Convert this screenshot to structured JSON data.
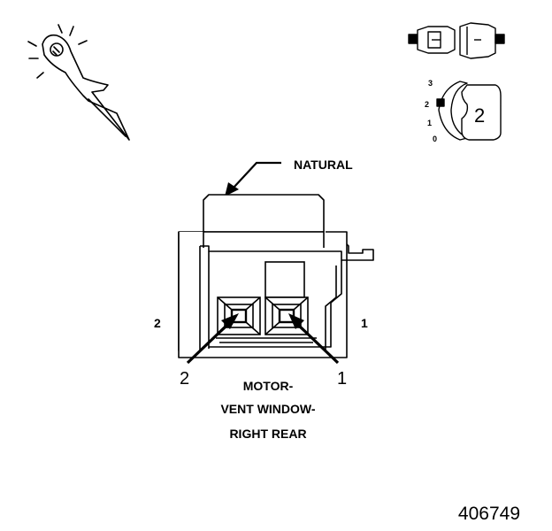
{
  "diagram": {
    "connector_color_label": "NATURAL",
    "side_label_left": "2",
    "side_label_right": "1",
    "terminal_callout_left": "2",
    "terminal_callout_right": "1",
    "component_name": [
      "MOTOR-",
      "VENT WINDOW-",
      "RIGHT REAR"
    ],
    "figure_number": "406749",
    "cavity_positions": [
      "3",
      "2",
      "1",
      "0"
    ],
    "position_badge": "2"
  },
  "icons": {
    "probe": "test-probe-icon",
    "connector_halves": "connector-halves-icon",
    "terminal_position": "terminal-position-icon"
  },
  "colors": {
    "ink": "#000000",
    "paper": "#ffffff"
  }
}
